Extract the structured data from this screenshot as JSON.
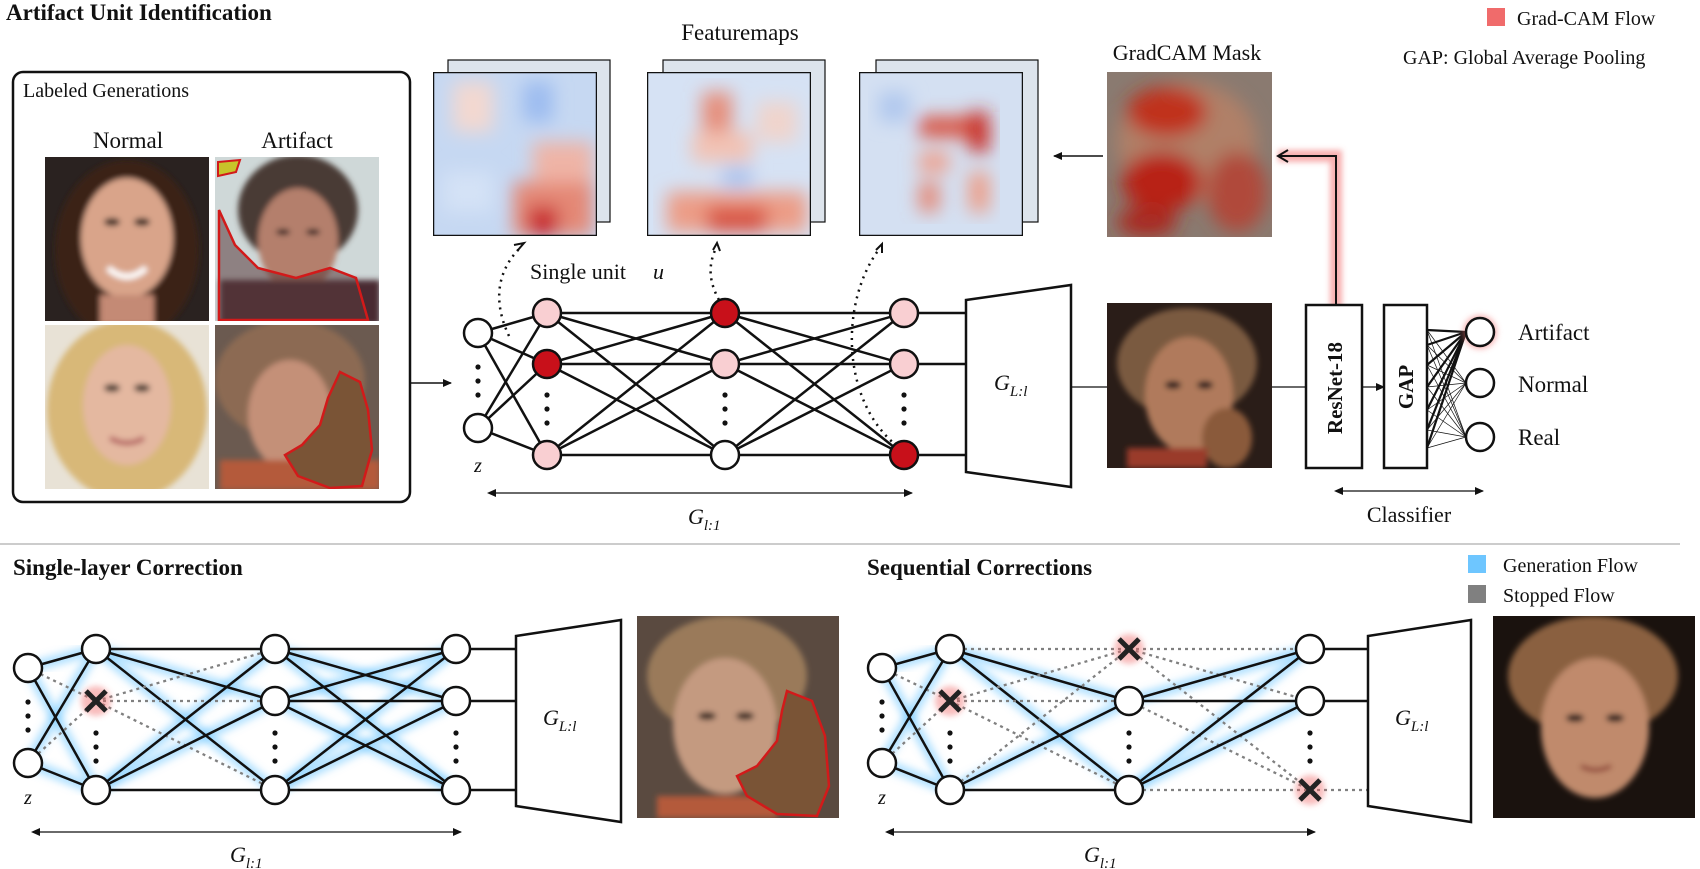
{
  "top": {
    "title": "Artifact Unit Identification",
    "labeled_box_title": "Labeled Generations",
    "col_normal": "Normal",
    "col_artifact": "Artifact",
    "featuremaps_label": "Featuremaps",
    "gradcam_label": "GradCAM Mask",
    "single_unit_label": "Single unit",
    "single_unit_var": "u",
    "z_label": "z",
    "generator_head": "G",
    "generator_head_sub": "L:l",
    "generator_tail": "G",
    "generator_tail_sub": "l:1",
    "resnet_label": "ResNet-18",
    "gap_label": "GAP",
    "outputs": [
      "Artifact",
      "Normal",
      "Real"
    ],
    "classifier_label": "Classifier"
  },
  "legend_top": {
    "gradcam_flow": "Grad-CAM Flow",
    "gap_note": "GAP: Global Average Pooling",
    "gradcam_color": "#f06b6b"
  },
  "bottom_left": {
    "title": "Single-layer Correction",
    "z_label": "z",
    "generator_head": "G",
    "generator_head_sub": "L:l",
    "generator_tail": "G",
    "generator_tail_sub": "l:1"
  },
  "bottom_right": {
    "title": "Sequential Corrections",
    "z_label": "z",
    "generator_head": "G",
    "generator_head_sub": "L:l",
    "generator_tail": "G",
    "generator_tail_sub": "l:1"
  },
  "legend_bottom": {
    "generation_flow": "Generation Flow",
    "stopped_flow": "Stopped Flow",
    "generation_color": "#6ec6ff",
    "stopped_color": "#808080"
  },
  "colors": {
    "unit_dark": "#c8101a",
    "unit_light": "#f9cfd2",
    "unit_white": "#ffffff"
  },
  "icons": {
    "removed_unit": "x-mark-icon",
    "face_image": "portrait-icon"
  }
}
